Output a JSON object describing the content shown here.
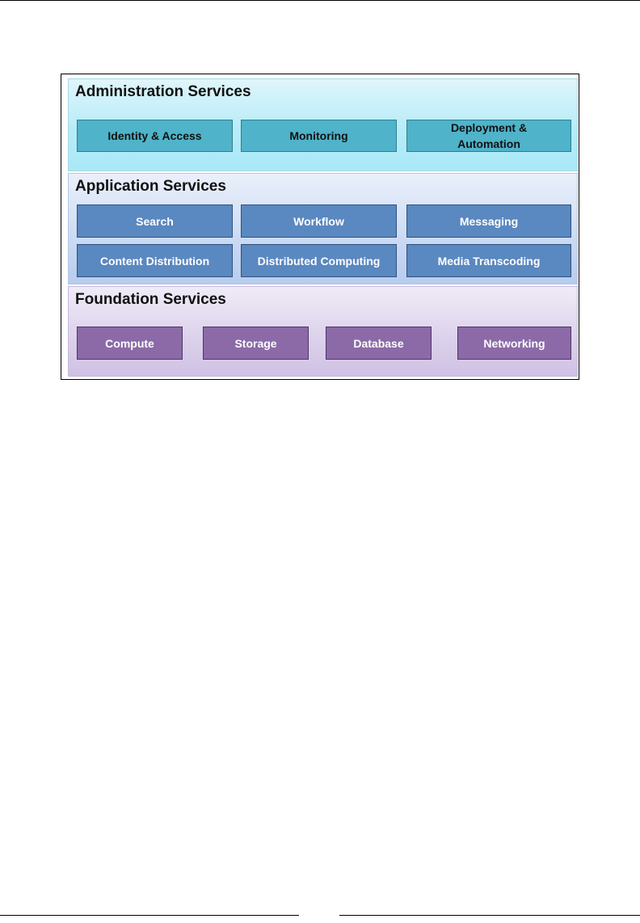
{
  "diagram": {
    "layers": {
      "admin": {
        "title": "Administration Services",
        "items": [
          "Identity & Access",
          "Monitoring",
          "Deployment & Automation"
        ]
      },
      "app": {
        "title": "Application Services",
        "items": [
          "Search",
          "Workflow",
          "Messaging",
          "Content Distribution",
          "Distributed Computing",
          "Media Transcoding"
        ]
      },
      "foundation": {
        "title": "Foundation Services",
        "items": [
          "Compute",
          "Storage",
          "Database",
          "Networking"
        ]
      }
    },
    "colors": {
      "admin_layer": "#b7ecf8",
      "admin_box": "#4fb3c9",
      "app_layer": "#cddcf4",
      "app_box": "#5a88c0",
      "foundation_layer": "#ddd3ec",
      "foundation_box": "#8c6aa8"
    }
  }
}
